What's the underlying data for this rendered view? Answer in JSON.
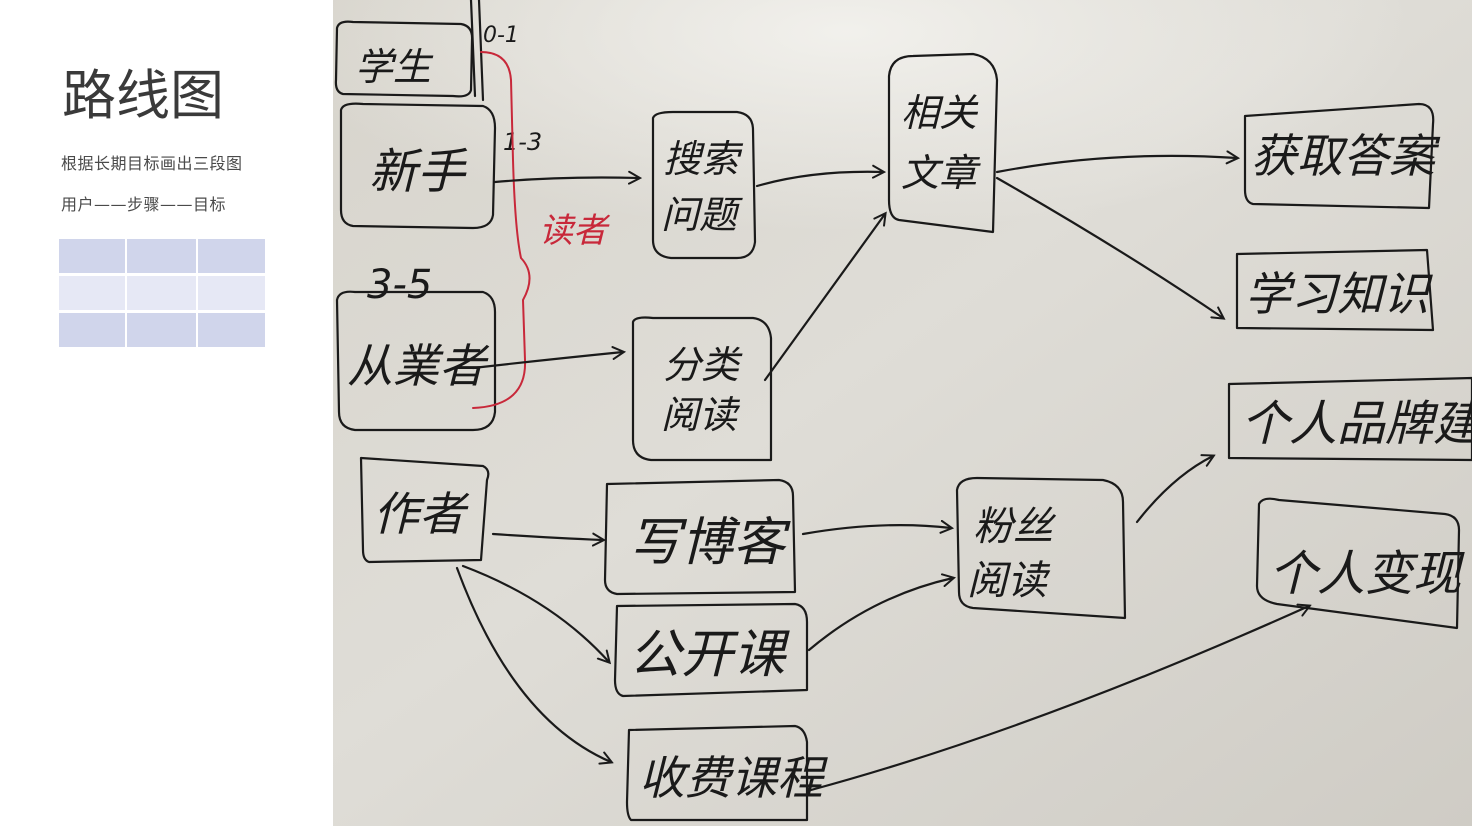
{
  "slide": {
    "title": "路线图",
    "subtitle_1": "根据长期目标画出三段图",
    "subtitle_2": "用户——步骤——目标"
  },
  "whiteboard": {
    "users": {
      "top_partial": "学生",
      "top_range": "0-1",
      "novice": "新手",
      "novice_range": "1-3",
      "experienced_range": "3-5",
      "experienced": "从業者",
      "readers_bracket": "读者",
      "author": "作者"
    },
    "steps": {
      "search": "搜索问题",
      "categorized_reading": "分类阅读",
      "write_blog": "写博客",
      "public_course": "公开课",
      "paid_course": "收费课程",
      "related_articles": "相关文章",
      "fan_reading": "粉丝阅读"
    },
    "goals": {
      "get_answer": "获取答案",
      "learn_knowledge": "学习知识",
      "personal_brand": "个人品牌建设",
      "personal_monetization": "个人变现"
    },
    "colors": {
      "board": "#d9d6cf",
      "ink": "#1a1a1a",
      "red_ink": "#c8283a",
      "deco_grid": "#d0d5eb"
    }
  }
}
